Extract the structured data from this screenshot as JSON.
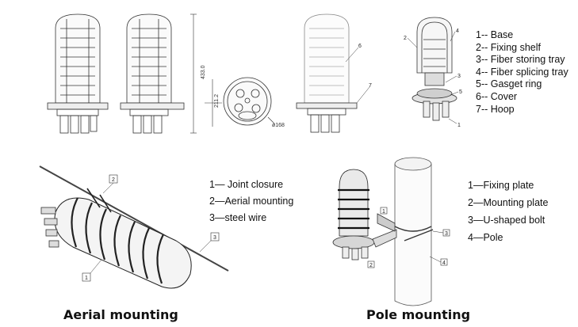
{
  "top_legend": [
    "1-- Base",
    "2-- Fixing shelf",
    "3-- Fiber storing tray",
    "4-- Fiber splicing tray",
    "5-- Gasget ring",
    "6-- Cover",
    "7-- Hoop"
  ],
  "aerial_legend": [
    "1— Joint closure",
    "2—Aerial mounting",
    "3—steel wire"
  ],
  "pole_legend": [
    "1—Fixing plate",
    "2—Mounting plate",
    "3—U-shaped bolt",
    "4—Pole"
  ],
  "captions": {
    "aerial": "Aerial mounting",
    "pole": "Pole mounting"
  },
  "dimensions": {
    "height": "433.0",
    "base_height": "211.2",
    "diameter": "ø168"
  },
  "tags": {
    "side_6": "6",
    "side_7": "7",
    "iso_2": "2",
    "iso_3": "3",
    "iso_4": "4",
    "iso_5": "5",
    "iso_1": "1",
    "aerial_2": "2",
    "aerial_3": "3",
    "aerial_1": "1",
    "pole_1": "1",
    "pole_2": "2",
    "pole_3": "3",
    "pole_4": "4"
  }
}
